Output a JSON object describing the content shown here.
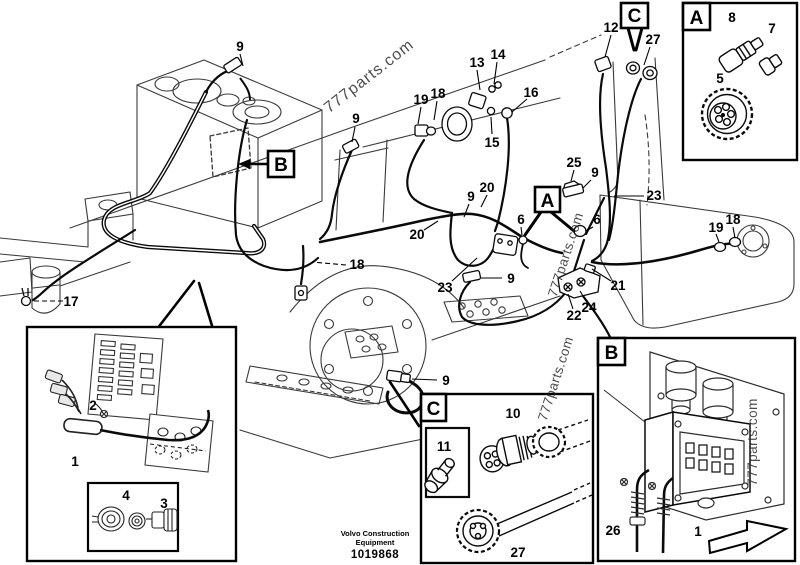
{
  "figure": {
    "brand_line1": "Volvo Construction",
    "brand_line2": "Equipment",
    "figure_number": "1019868",
    "watermark": "777parts.com"
  },
  "section_labels": {
    "a": "A",
    "b": "B",
    "c": "C"
  },
  "callouts": {
    "1": "1",
    "2": "2",
    "3": "3",
    "4": "4",
    "5": "5",
    "6": "6",
    "7": "7",
    "8": "8",
    "9": "9",
    "10": "10",
    "11": "11",
    "12": "12",
    "13": "13",
    "14": "14",
    "15": "15",
    "16": "16",
    "17": "17",
    "18": "18",
    "19": "19",
    "20": "20",
    "21": "21",
    "22": "22",
    "23": "23",
    "24": "24",
    "25": "25",
    "26": "26",
    "27": "27"
  }
}
